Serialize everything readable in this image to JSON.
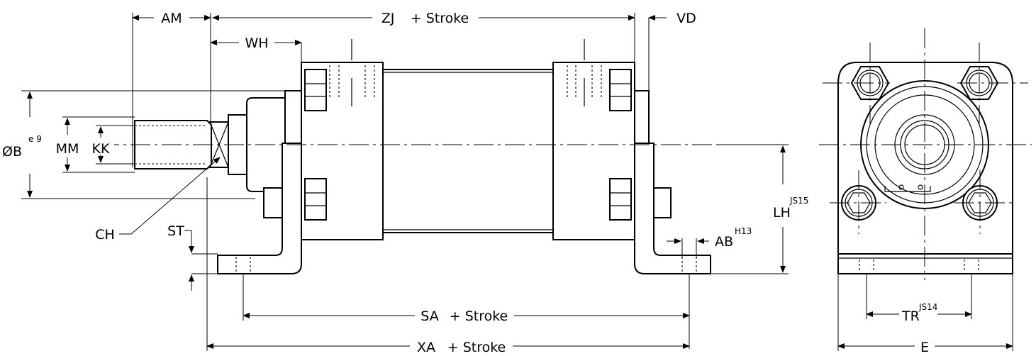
{
  "labels": {
    "am": "AM",
    "zj": "ZJ",
    "zj_stroke": "+  Stroke",
    "vd": "VD",
    "wh": "WH",
    "ob": "ØB",
    "ob_tol": "e 9",
    "mm": "MM",
    "kk": "KK",
    "ch": "CH",
    "st": "ST",
    "lh": "LH",
    "lh_tol": "JS15",
    "ab": "AB",
    "ab_tol": "H13",
    "sa": "SA",
    "sa_stroke": "+  Stroke",
    "xa": "XA",
    "xa_stroke": "+  Stroke",
    "tr": "TR",
    "tr_tol": "JS14",
    "e": "E"
  },
  "colors": {
    "line": "#000000",
    "background": "#ffffff"
  }
}
